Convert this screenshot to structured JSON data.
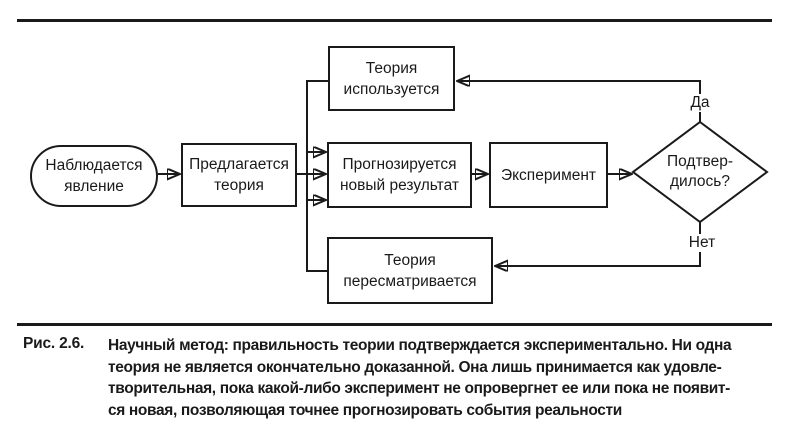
{
  "figure": {
    "nodes": {
      "observe": "Наблюдается\nявление",
      "propose": "Предлагается\nтеория",
      "use": "Теория\nиспользуется",
      "predict": "Прогнозируется\nновый результат",
      "experiment": "Эксперимент",
      "decision": "Подтвер-\nдилось?",
      "revise": "Теория\nпересматривается"
    },
    "edge_labels": {
      "yes": "Да",
      "no": "Нет"
    }
  },
  "caption": {
    "rubric": "Рис. 2.6.",
    "lines": [
      "Научный метод: правильность теории подтверждается экспериментально. Ни одна",
      "теория не является окончательно доказанной. Она лишь принимается как удовле-",
      "творительная, пока какой-либо эксперимент не опровергнет ее или пока не появит-",
      "ся новая, позволяющая точнее прогнозировать события реальности"
    ]
  },
  "colors": {
    "ink": "#1a1a1a",
    "background": "#ffffff"
  }
}
